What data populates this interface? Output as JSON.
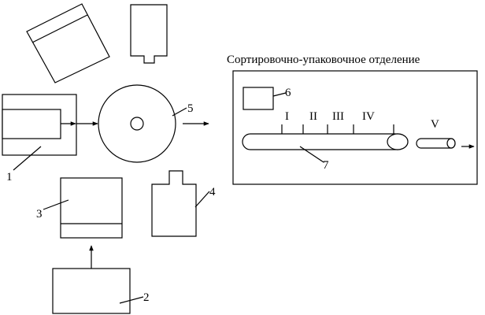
{
  "diagram": {
    "section_title": "Сортировочно-упаковочное отделение",
    "callouts": {
      "n1": "1",
      "n2": "2",
      "n3": "3",
      "n4": "4",
      "n5": "5",
      "n6": "6",
      "n7": "7"
    },
    "stations": {
      "s1": "I",
      "s2": "II",
      "s3": "III",
      "s4": "IV",
      "s5": "V"
    }
  }
}
